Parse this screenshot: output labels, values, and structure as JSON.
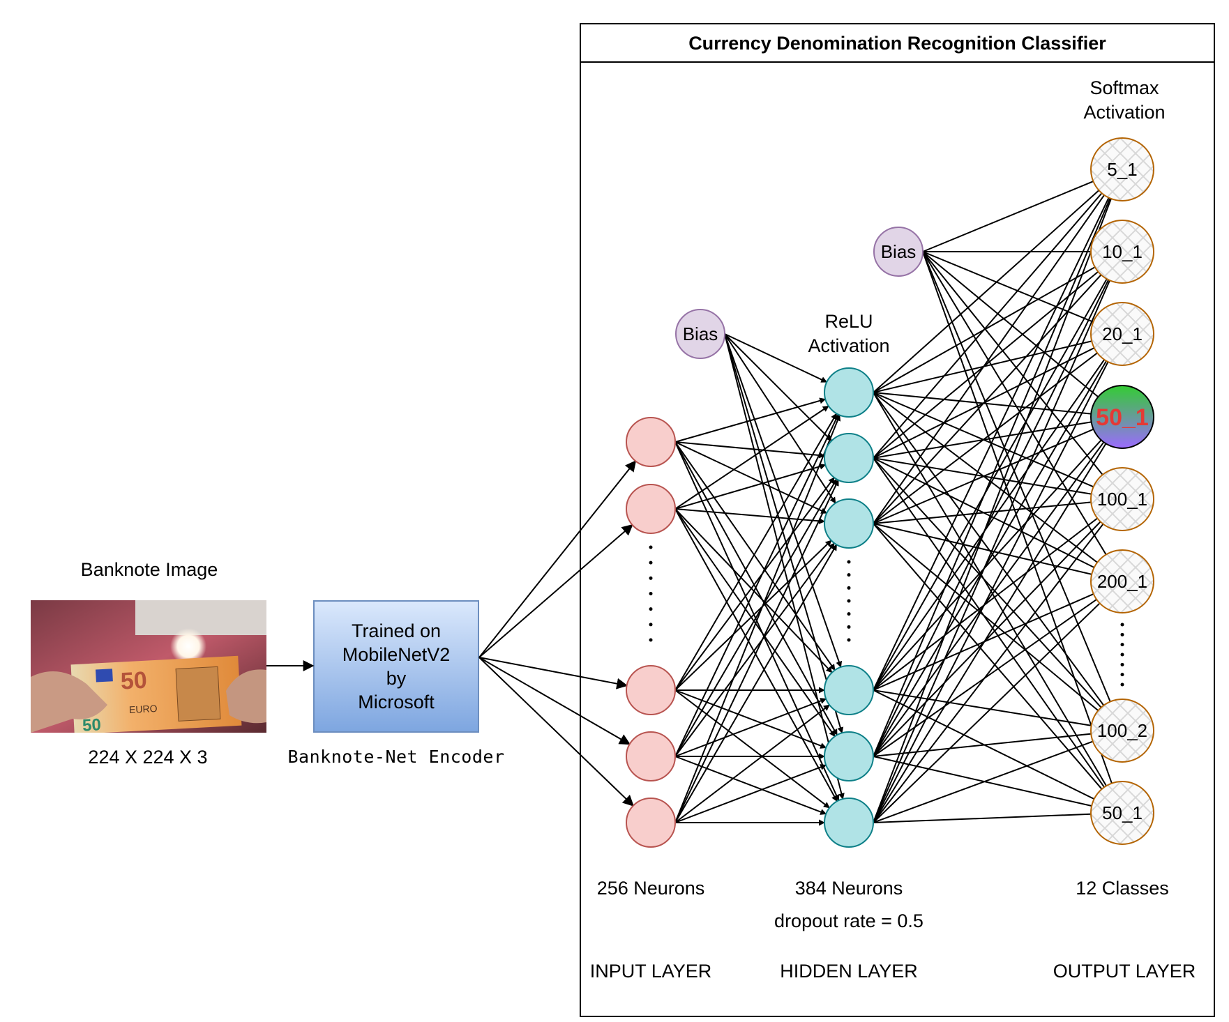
{
  "title": "Currency Denomination Recognition Classifier",
  "input_image": {
    "caption": "Banknote Image",
    "dimensions": "224 X 224 X 3",
    "note_value": "50",
    "note_currency": "EURO"
  },
  "encoder": {
    "lines": [
      "Trained on",
      "MobileNetV2",
      "by",
      "Microsoft"
    ],
    "caption": "Banknote-Net Encoder"
  },
  "layers": {
    "input": {
      "size_label": "256 Neurons",
      "name": "INPUT LAYER"
    },
    "hidden": {
      "activation": [
        "ReLU",
        "Activation"
      ],
      "size_label": "384 Neurons",
      "dropout": "dropout rate = 0.5",
      "name": "HIDDEN LAYER"
    },
    "output": {
      "activation": [
        "Softmax",
        "Activation"
      ],
      "size_label": "12 Classes",
      "name": "OUTPUT LAYER",
      "classes": [
        "5_1",
        "10_1",
        "20_1",
        "50_1",
        "100_1",
        "200_1",
        "100_2",
        "50_1"
      ],
      "predicted_index": 3
    }
  },
  "bias_label": "Bias",
  "colors": {
    "input_fill": "#f8cecc",
    "input_stroke": "#b85450",
    "hidden_fill": "#b0e3e6",
    "hidden_stroke": "#0e8088",
    "bias_fill": "#e1d5e7",
    "bias_stroke": "#9673a6",
    "output_stroke": "#b46504",
    "predicted_text": "#e53935",
    "predicted_top": "#33cc33",
    "predicted_bottom": "#9b6bff",
    "encoder_top": "#dae8fc",
    "encoder_bottom": "#7ea6e0",
    "encoder_stroke": "#6c8ebf"
  }
}
